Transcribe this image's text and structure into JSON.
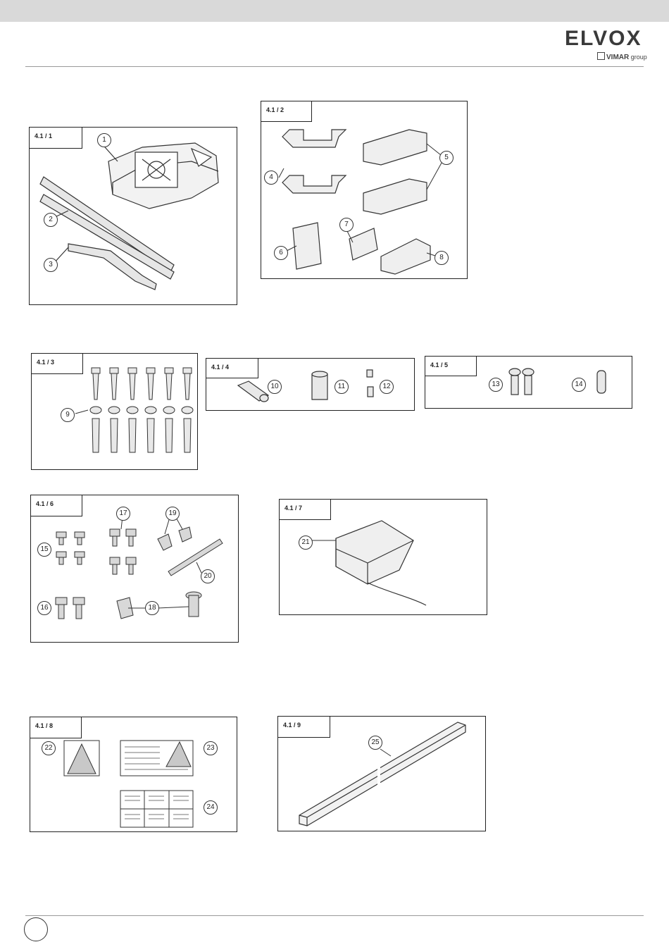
{
  "header": {
    "logo_text": "ELVOX",
    "logo_sub_brand": "VIMAR",
    "logo_sub_group": "group"
  },
  "panels": [
    {
      "id": "4.1 / 1",
      "numbers": [
        "1",
        "2",
        "3"
      ]
    },
    {
      "id": "4.1 / 2",
      "numbers": [
        "4",
        "5",
        "6",
        "7",
        "8"
      ]
    },
    {
      "id": "4.1 / 3",
      "numbers": [
        "9"
      ]
    },
    {
      "id": "4.1 / 4",
      "numbers": [
        "10",
        "11",
        "12"
      ]
    },
    {
      "id": "4.1 / 5",
      "numbers": [
        "13",
        "14"
      ]
    },
    {
      "id": "4.1 / 6",
      "numbers": [
        "15",
        "16",
        "17",
        "18",
        "19",
        "20"
      ]
    },
    {
      "id": "4.1 / 7",
      "numbers": [
        "21"
      ]
    },
    {
      "id": "4.1 / 8",
      "numbers": [
        "22",
        "23",
        "24"
      ]
    },
    {
      "id": "4.1 / 9",
      "numbers": [
        "25"
      ]
    }
  ]
}
